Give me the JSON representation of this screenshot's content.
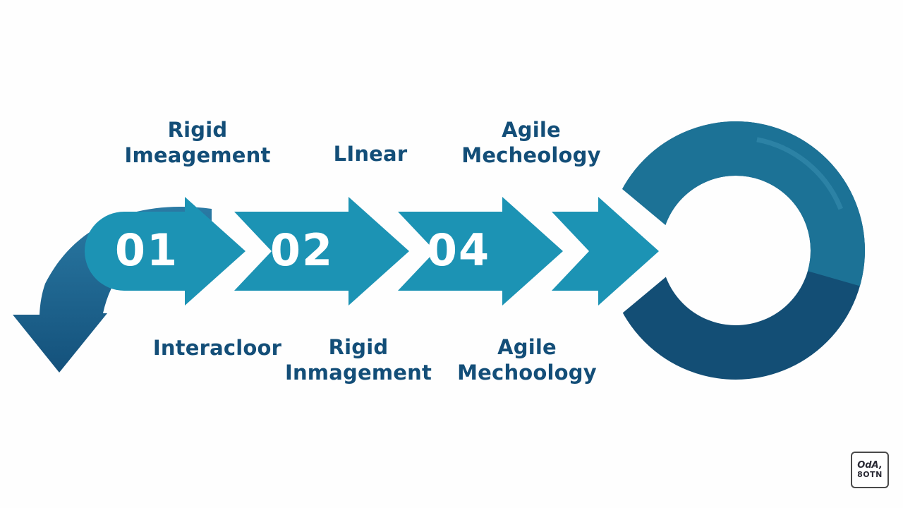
{
  "colors": {
    "background": "#fefefe",
    "band_teal": "#1c93b4",
    "ring_top_blue": "#1c7296",
    "ring_bottom_navy": "#134e75",
    "curve_arrow_blue": "#1a6089",
    "label_navy": "#134e78",
    "number_white": "#ffffff"
  },
  "steps": [
    {
      "number": "01"
    },
    {
      "number": "02"
    },
    {
      "number": "04"
    }
  ],
  "labels_top": [
    {
      "lines": [
        "Rigid",
        "Imeagement"
      ]
    },
    {
      "lines": [
        "LInear"
      ]
    },
    {
      "lines": [
        "Agile",
        "Mecheology"
      ]
    }
  ],
  "labels_bottom": [
    {
      "lines": [
        "Interacloor"
      ]
    },
    {
      "lines": [
        "Rigid",
        "Inmagement"
      ]
    },
    {
      "lines": [
        "Agile",
        "Mechoology"
      ]
    }
  ],
  "watermark": {
    "line1": "OdA,",
    "line2": "8OTN"
  },
  "icons": {
    "down_curved_arrow": "curved-arrow-down",
    "chevron_arrows": "chevron-arrow-right-x4",
    "cycle_ring": "circular-loop-ring"
  }
}
